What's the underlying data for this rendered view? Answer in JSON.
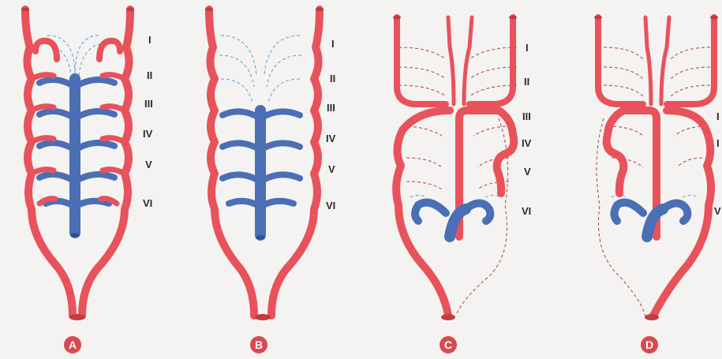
{
  "panels": [
    {
      "id": "A",
      "label": "A",
      "arch_labels": [
        "I",
        "II",
        "III",
        "IV",
        "V",
        "VI"
      ]
    },
    {
      "id": "B",
      "label": "B",
      "arch_labels": [
        "I",
        "II",
        "III",
        "IV",
        "V",
        "VI"
      ]
    },
    {
      "id": "C",
      "label": "C",
      "arch_labels": [
        "I",
        "II",
        "III",
        "IV",
        "V",
        "VI"
      ]
    },
    {
      "id": "D",
      "label": "D",
      "arch_labels": [
        "I",
        "I",
        "V"
      ]
    }
  ],
  "colors": {
    "artery": "#e8525a",
    "pulmonary": "#4a6fb5",
    "regressed_blue": "#6aaee0",
    "regressed_red": "#b0505a",
    "badge": "#d9494f"
  }
}
